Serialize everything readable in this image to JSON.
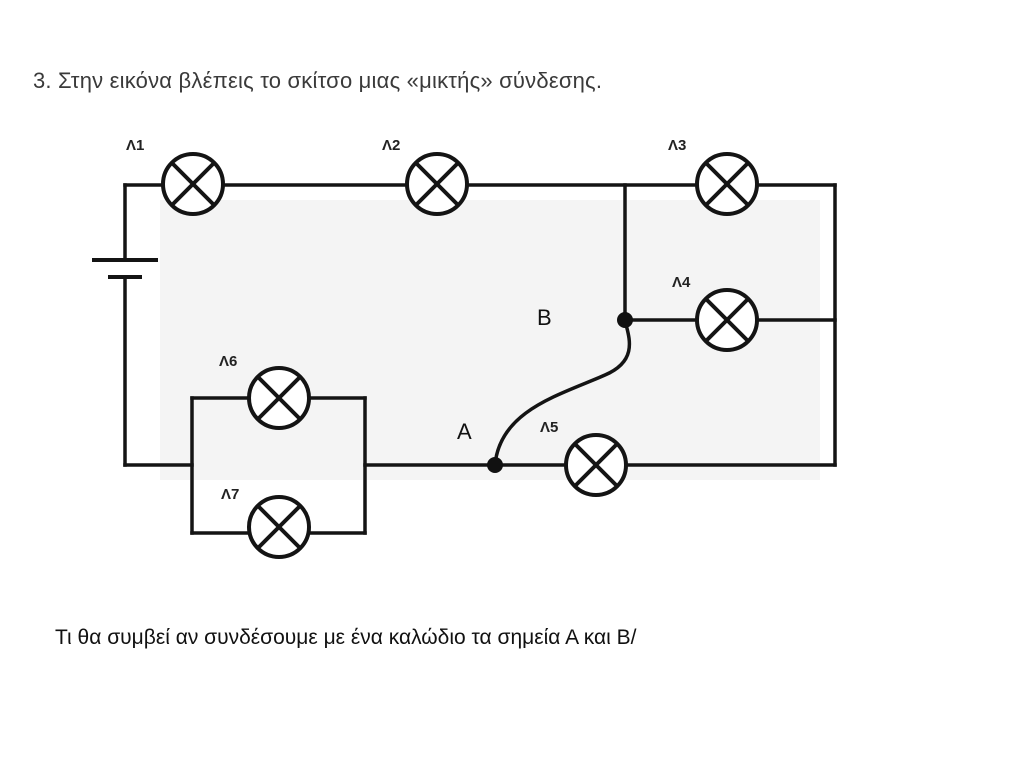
{
  "page": {
    "title": "3. Στην εικόνα βλέπεις το σκίτσο μιας «μικτής» σύνδεσης.",
    "question": "Τι θα συμβεί αν συνδέσουμε με ένα καλώδιο τα σημεία Α και Β/"
  },
  "circuit": {
    "lamps": [
      {
        "id": "l1",
        "label": "Λ1"
      },
      {
        "id": "l2",
        "label": "Λ2"
      },
      {
        "id": "l3",
        "label": "Λ3"
      },
      {
        "id": "l4",
        "label": "Λ4"
      },
      {
        "id": "l5",
        "label": "Λ5"
      },
      {
        "id": "l6",
        "label": "Λ6"
      },
      {
        "id": "l7",
        "label": "Λ7"
      }
    ],
    "points": {
      "a": "A",
      "b": "B"
    },
    "battery_icon": "battery-icon",
    "lamp_icon": "lamp-icon",
    "wire_color": "#141414"
  }
}
